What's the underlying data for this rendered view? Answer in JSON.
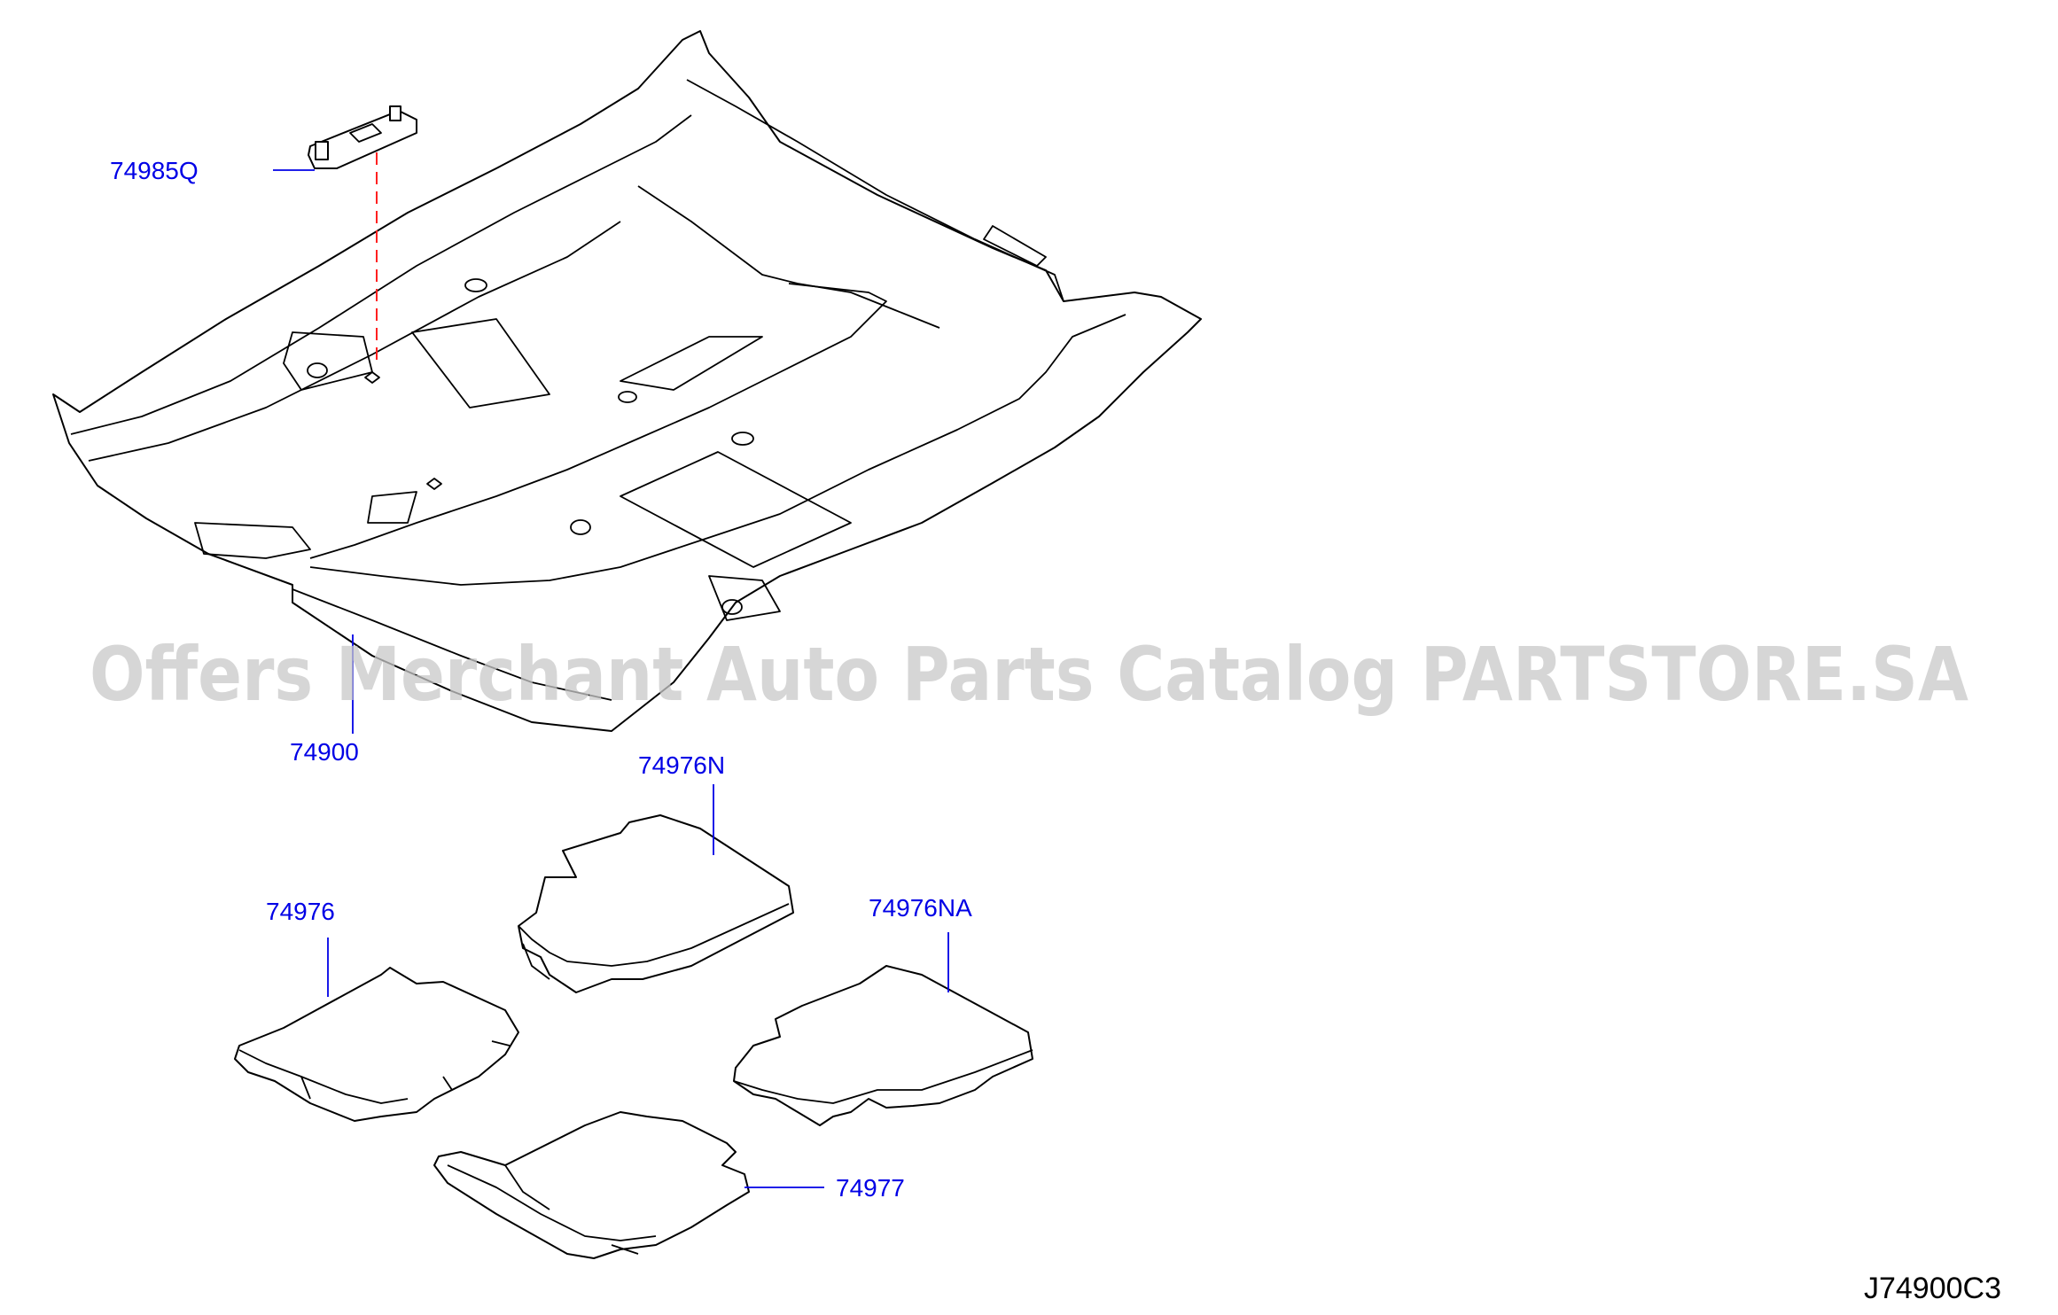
{
  "watermark": "Offers Merchant Auto Parts Catalog PARTSTORE.SA",
  "diagram_code": "J74900C3",
  "part_labels": {
    "clip": "74985Q",
    "carpet_main": "74900",
    "mat_front_right": "74976N",
    "mat_front_left": "74976",
    "mat_rear_right": "74976NA",
    "mat_rear_left": "74977"
  },
  "colors": {
    "label": "#0000e6",
    "dashed_line": "#ff2020",
    "outline": "#000000",
    "watermark": "#c8c8c8"
  }
}
